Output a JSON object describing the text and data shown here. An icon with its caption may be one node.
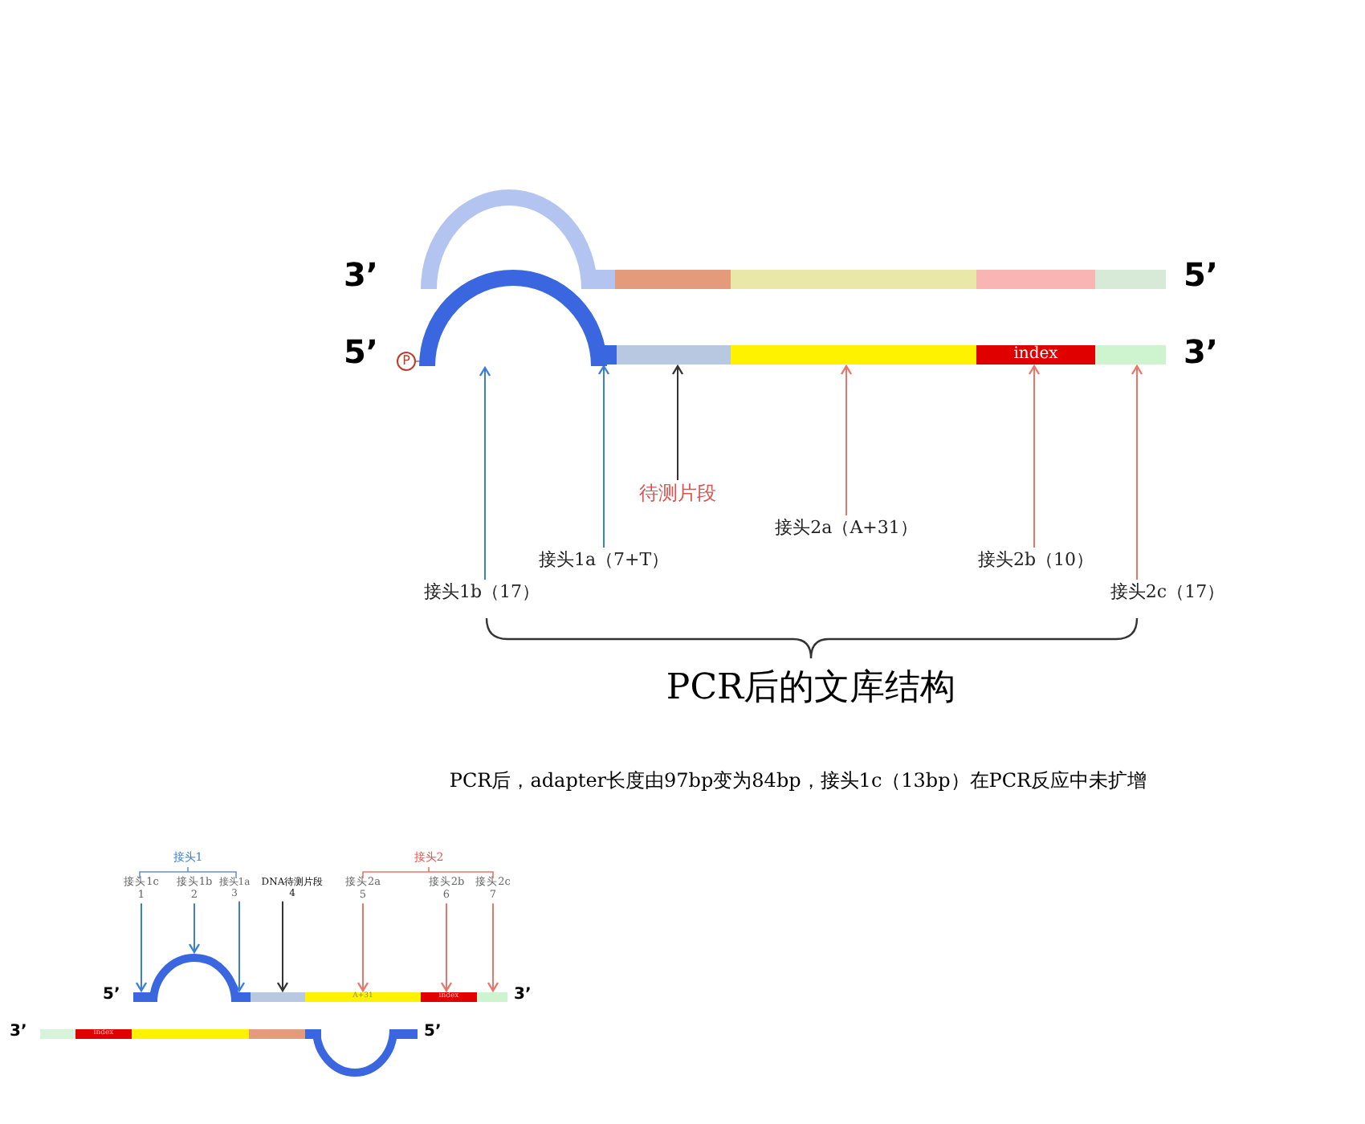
{
  "diagram": {
    "caption": "PCR后，adapter长度由97bp变为84bp，接头1c（13bp）在PCR反应中未扩增",
    "nodes": [
      {
        "text": [],
        "shape": "arc"
      },
      {
        "text": [],
        "shape": "bar"
      },
      {
        "text": [],
        "shape": "bar"
      },
      {
        "text": [],
        "shape": "bar"
      },
      {
        "text": [
          "index"
        ]
      },
      {
        "text": [],
        "shape": "bar"
      },
      {
        "text": [
          "接头1b（17）"
        ]
      },
      {
        "text": [
          "接头1a（7+T）"
        ]
      },
      {
        "text": [
          "待测片段"
        ]
      },
      {
        "text": [
          "接头2a（A+31）"
        ]
      },
      {
        "text": [
          "接头2b（10）"
        ]
      },
      {
        "text": [
          "接头2c（17）"
        ]
      },
      {
        "text": [
          "接头1c",
          "1"
        ]
      },
      {
        "text": [
          "接头1b",
          "2"
        ]
      },
      {
        "text": [
          "接头1a",
          "3"
        ]
      },
      {
        "text": [
          "DNA待测片段",
          "4"
        ]
      },
      {
        "text": [
          "接头2a",
          "5"
        ]
      },
      {
        "text": [
          "接头2b",
          "6"
        ]
      },
      {
        "text": [
          "接头2c",
          "7"
        ]
      },
      {
        "text": [],
        "shape": "bar"
      },
      {
        "text": [],
        "shape": "arc"
      },
      {
        "text": [],
        "shape": "bar"
      },
      {
        "text": [],
        "shape": "bar"
      },
      {
        "text": [
          "A+31"
        ]
      },
      {
        "text": [
          "index"
        ]
      },
      {
        "text": [],
        "shape": "bar"
      },
      {
        "text": [
          "index"
        ]
      }
    ],
    "edges": [
      {
        "from": 6,
        "to": 0,
        "arrow": "to",
        "color": "#3b7dd8"
      },
      {
        "from": 7,
        "to": 1,
        "arrow": "to",
        "color": "#3b7dd8"
      },
      {
        "from": 8,
        "to": 2,
        "arrow": "to",
        "color": "#333333"
      },
      {
        "from": 9,
        "to": 3,
        "arrow": "to"
      },
      {
        "from": 10,
        "to": 4,
        "arrow": "to"
      },
      {
        "from": 11,
        "to": 5,
        "arrow": "to"
      },
      {
        "from": 12,
        "to": 19,
        "arrow": "to",
        "color": "#3b7dd8"
      },
      {
        "from": 13,
        "to": 20,
        "arrow": "to",
        "color": "#3b7dd8"
      },
      {
        "from": 14,
        "to": 21,
        "arrow": "to",
        "color": "#3b7dd8"
      },
      {
        "from": 15,
        "to": 22,
        "arrow": "to",
        "color": "#333333"
      },
      {
        "from": 16,
        "to": 23,
        "arrow": "to"
      },
      {
        "from": 17,
        "to": 24,
        "arrow": "to"
      },
      {
        "from": 18,
        "to": 25,
        "arrow": "to"
      }
    ],
    "labels": [
      "3’",
      "5’",
      "5’",
      "P",
      "3’",
      "PCR后的文库结构",
      "接头1",
      "接头2",
      "5’",
      "3’",
      "3’",
      "5’"
    ]
  }
}
